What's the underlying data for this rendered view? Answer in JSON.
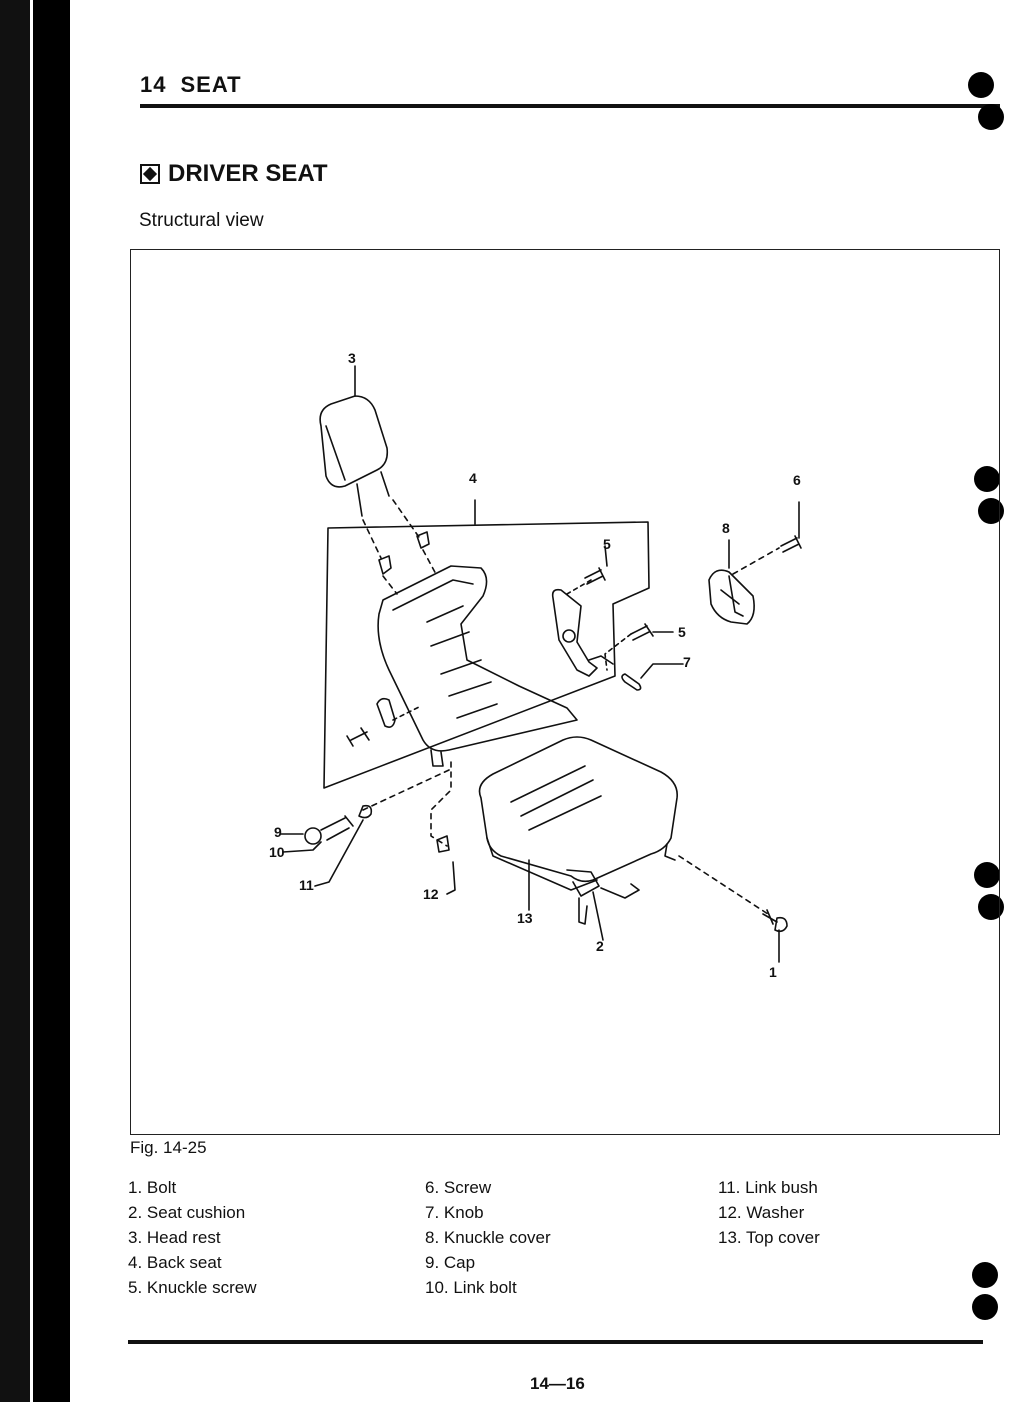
{
  "header": {
    "section_number": "14",
    "section_title": "SEAT"
  },
  "heading": "DRIVER SEAT",
  "subheading": "Structural view",
  "figure": {
    "callouts": [
      "3",
      "4",
      "6",
      "8",
      "5",
      "5",
      "7",
      "9",
      "10",
      "11",
      "12",
      "13",
      "2",
      "1"
    ]
  },
  "fig_caption": "Fig. 14-25",
  "parts_list": {
    "col1": [
      "1. Bolt",
      "2. Seat cushion",
      "3. Head rest",
      "4. Back seat",
      "5. Knuckle screw"
    ],
    "col2": [
      "6. Screw",
      "7. Knob",
      "8. Knuckle cover",
      "9. Cap",
      "10. Link bolt"
    ],
    "col3": [
      "11. Link bush",
      "12. Washer",
      "13. Top cover"
    ]
  },
  "page_number": "14—16"
}
